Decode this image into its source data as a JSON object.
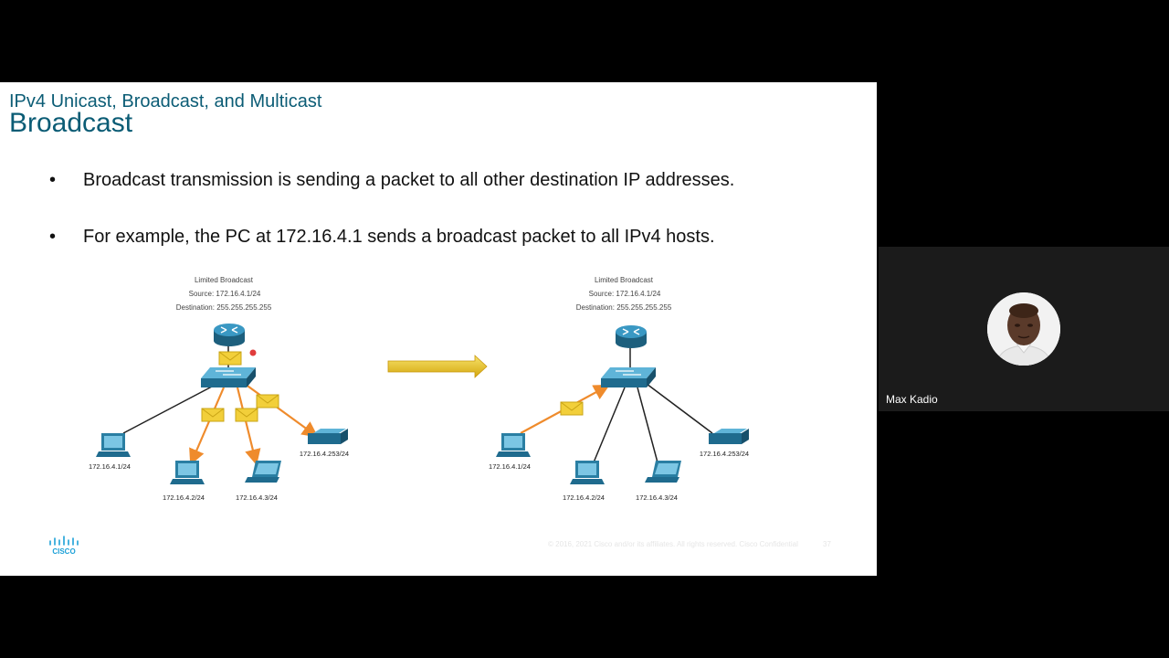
{
  "slide": {
    "subtitle": "IPv4 Unicast, Broadcast, and Multicast",
    "title": "Broadcast",
    "bullets": [
      "Broadcast transmission is sending a packet to all other destination IP addresses.",
      "For example, the PC at 172.16.4.1 sends a broadcast packet to all IPv4 hosts."
    ],
    "bullet_symbol": "•",
    "diagram_left": {
      "header_line1": "Limited Broadcast",
      "header_line2": "Source: 172.16.4.1/24",
      "header_line3": "Destination: 255.255.255.255",
      "host_labels": [
        "172.16.4.1/24",
        "172.16.4.2/24",
        "172.16.4.3/24",
        "172.16.4.253/24"
      ]
    },
    "diagram_right": {
      "header_line1": "Limited Broadcast",
      "header_line2": "Source: 172.16.4.1/24",
      "header_line3": "Destination: 255.255.255.255",
      "host_labels": [
        "172.16.4.1/24",
        "172.16.4.2/24",
        "172.16.4.3/24",
        "172.16.4.253/24"
      ]
    },
    "logo_text": "CISCO",
    "footer": "© 2016, 2021 Cisco and/or its affiliates. All rights reserved. Cisco Confidential",
    "page_number": "37"
  },
  "participant": {
    "name": "Max Kadio"
  },
  "colors": {
    "title": "#0b5c75",
    "device": "#2a7fa3",
    "packet": "#f2cf3a",
    "broadcast_line": "#ef8b2c"
  }
}
